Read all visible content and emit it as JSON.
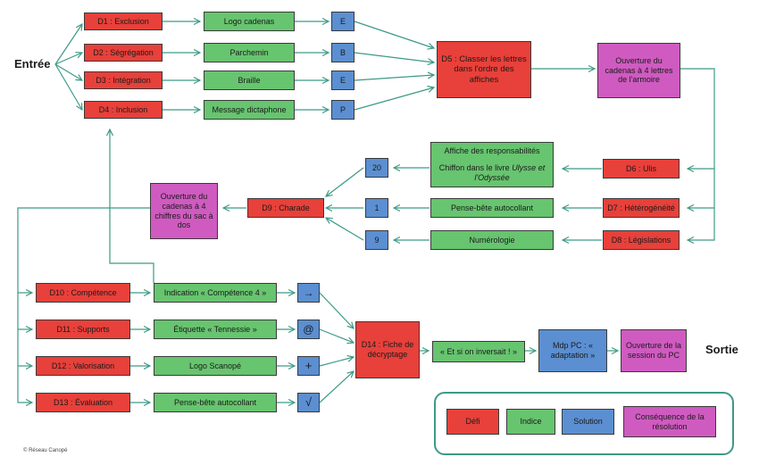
{
  "entry_label": "Entrée",
  "exit_label": "Sortie",
  "copyright": "© Réseau Canopé",
  "nodes": {
    "d1": "D1 : Exclusion",
    "d2": "D2 : Ségrégation",
    "d3": "D3 : Intégration",
    "d4": "D4 : Inclusion",
    "h_logo_cadenas": "Logo cadenas",
    "h_parchemin": "Parchemin",
    "h_braille": "Braille",
    "h_dictaphone": "Message dictaphone",
    "s_e1": "E",
    "s_b": "B",
    "s_e2": "E",
    "s_p": "P",
    "d5": "D5 : Classer les lettres dans l'ordre des affiches",
    "c_armoire": "Ouverture du cadenas à 4 lettres de l'armoire",
    "d6": "D6 : Ulis",
    "d7": "D7 : Hétérogénéité",
    "d8": "D8 : Législations",
    "h_affiche_line1": "Affiche des responsabilités",
    "h_affiche_line2": "Chiffon dans le livre ",
    "h_affiche_italic": "Ulysse et l'Odyssée",
    "h_pense_bete1": "Pense-bête autocollant",
    "h_numerologie": "Numérologie",
    "s_20": "20",
    "s_1": "1",
    "s_9": "9",
    "d9": "D9 : Charade",
    "c_sac": "Ouverture du cadenas à 4 chiffres du sac à dos",
    "d10": "D10 : Compétence",
    "d11": "D11 : Supports",
    "d12": "D12 : Valorisation",
    "d13": "D13 : Évaluation",
    "h_competence4": "Indication « Compétence 4 »",
    "h_tennessie": "Étiquette « Tennessie »",
    "h_scanope": "Logo Scanopé",
    "h_pense_bete2": "Pense-bête autocollant",
    "s_arrow": "→",
    "s_at": "@",
    "s_plus": "+",
    "s_sqrt": "√",
    "d14": "D14 : Fiche de décryptage",
    "h_inversait": "« Et si on inversait ! »",
    "s_mdp": "Mdp PC : « adaptation »",
    "c_session": "Ouverture de la session du PC"
  },
  "legend": {
    "defi": "Défi",
    "indice": "Indice",
    "solution": "Solution",
    "consequence": "Conséquence de la résolution"
  },
  "colors": {
    "defi": "#e8403a",
    "indice": "#67c46f",
    "solution": "#5b8fd1",
    "consequence": "#cf5bc0",
    "connector": "#3d9a86"
  }
}
